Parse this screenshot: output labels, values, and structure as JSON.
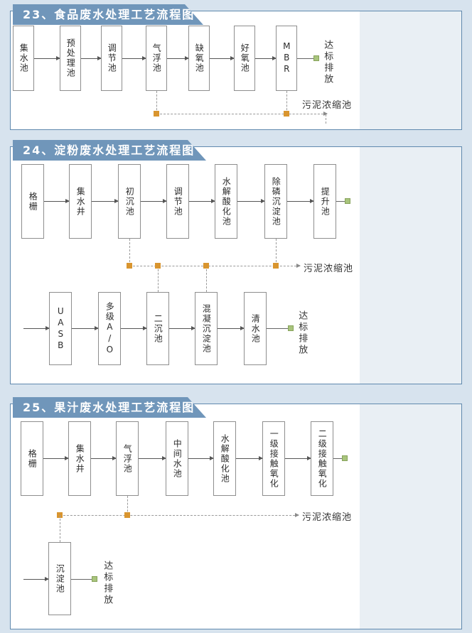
{
  "colors": {
    "page_background": "#d7e3ee",
    "banner_background": "#7096ba",
    "panel_border": "#6089ae",
    "junction_node_orange": "#d9952f",
    "discharge_node_green": "#a8c47c"
  },
  "panels": [
    {
      "title": "23、食品废水处理工艺流程图",
      "stages": [
        "集水池",
        "预处理池",
        "调节池",
        "气浮池",
        "缺氧池",
        "好氧池",
        "MBR"
      ],
      "discharge_label": "达标排放",
      "sludge_label": "污泥浓缩池"
    },
    {
      "title": "24、淀粉废水处理工艺流程图",
      "row1": [
        "格栅",
        "集水井",
        "初沉池",
        "调节池",
        "水解酸化池",
        "除磷沉淀池",
        "提升池"
      ],
      "row2": [
        "UASB",
        "多级A/O",
        "二沉池",
        "混凝沉淀池",
        "清水池"
      ],
      "discharge_label": "达标排放",
      "sludge_label": "污泥浓缩池"
    },
    {
      "title": "25、果汁废水处理工艺流程图",
      "row1": [
        "格栅",
        "集水井",
        "气浮池",
        "中间水池",
        "水解酸化池",
        "一级接触氧化",
        "二级接触氧化"
      ],
      "row2": [
        "沉淀池"
      ],
      "discharge_label": "达标排放",
      "sludge_label": "污泥浓缩池"
    }
  ]
}
